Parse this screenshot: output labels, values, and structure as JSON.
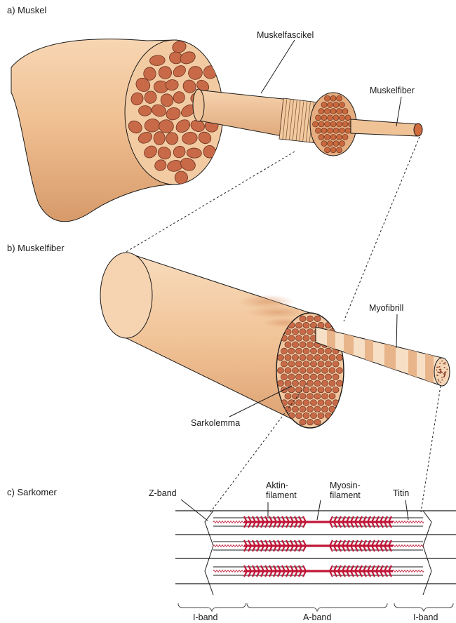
{
  "panels": {
    "a": {
      "label": "a)  Muskel"
    },
    "b": {
      "label": "b)  Muskelfiber"
    },
    "c": {
      "label": "c)  Sarkomer"
    }
  },
  "labels": {
    "muskelfascikel": "Muskelfascikel",
    "muskelfiber": "Muskelfiber",
    "myofibrill": "Myofibrill",
    "sarkolemma": "Sarkolemma",
    "z_band": "Z-band",
    "aktin_line1": "Aktin-",
    "aktin_line2": "filament",
    "myosin_line1": "Myosin-",
    "myosin_line2": "filament",
    "titin": "Titin"
  },
  "bands": {
    "i_band_left": "I-band",
    "a_band": "A-band",
    "i_band_right": "I-band"
  },
  "colors": {
    "tissue_light": "#f3c79c",
    "tissue_mid": "#e6a877",
    "tissue_dark": "#cc8a5a",
    "fascicle": "#c86a48",
    "filament_red": "#c01637",
    "line": "#1a1a1a"
  }
}
